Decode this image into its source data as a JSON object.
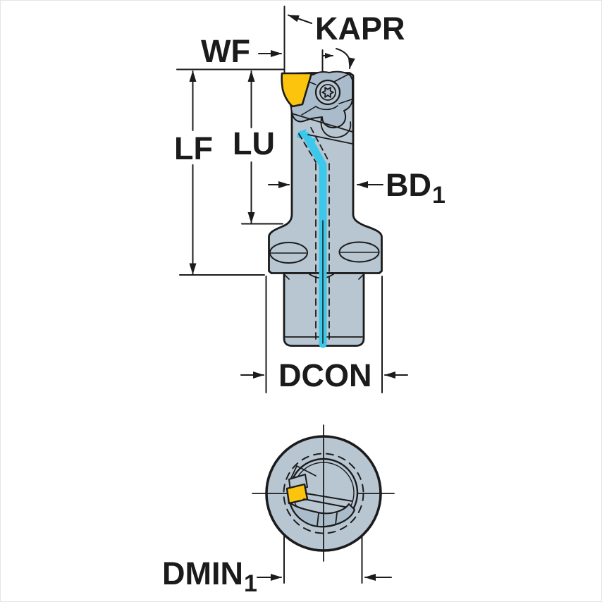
{
  "labels": {
    "kapr": {
      "text": "KAPR"
    },
    "wf": {
      "text": "WF"
    },
    "lf": {
      "text": "LF"
    },
    "lu": {
      "text": "LU"
    },
    "bd1": {
      "text": "BD",
      "sub": "1"
    },
    "dcon": {
      "text": "DCON"
    },
    "dmin1": {
      "text": "DMIN",
      "sub": "1"
    }
  },
  "colors": {
    "outline": "#1b1b1b",
    "body": "#b8c6d2",
    "body-dark": "#aabccb",
    "insert": "#fcc40d",
    "coolant": "#3cc8ea",
    "bg": "#ffffff",
    "border": "#e4e4e4"
  }
}
